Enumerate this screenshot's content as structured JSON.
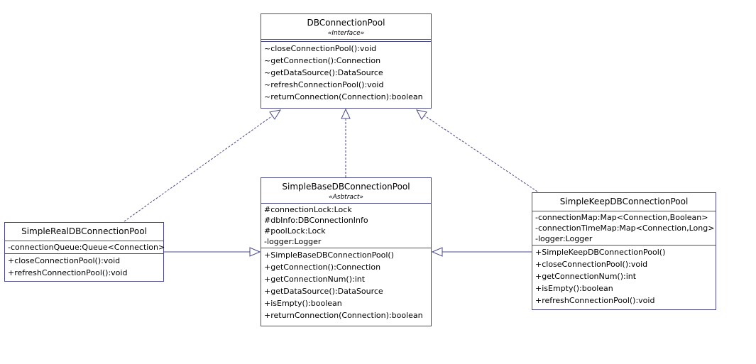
{
  "colors": {
    "border": "#4a4a8a",
    "line": "#4a4a8a",
    "background": "#ffffff"
  },
  "classes": {
    "interface": {
      "name": "DBConnectionPool",
      "stereotype": "«Interface»",
      "attributes": [],
      "operations": [
        "~closeConnectionPool():void",
        "~getConnection():Connection",
        "~getDataSource():DataSource",
        "~refreshConnectionPool():void",
        "~returnConnection(Connection):boolean"
      ]
    },
    "base": {
      "name": "SimpleBaseDBConnectionPool",
      "stereotype": "«Asbtract»",
      "attributes": [
        "#connectionLock:Lock",
        "#dbInfo:DBConnectionInfo",
        "#poolLock:Lock",
        "-logger:Logger"
      ],
      "operations": [
        "+SimpleBaseDBConnectionPool()",
        "+getConnection():Connection",
        "+getConnectionNum():int",
        "+getDataSource():DataSource",
        "+isEmpty():boolean",
        "+returnConnection(Connection):boolean"
      ]
    },
    "real": {
      "name": "SimpleRealDBConnectionPool",
      "attributes": [
        "-connectionQueue:Queue<Connection>"
      ],
      "operations": [
        "+closeConnectionPool():void",
        "+refreshConnectionPool():void"
      ]
    },
    "keep": {
      "name": "SimpleKeepDBConnectionPool",
      "attributes": [
        "-connectionMap:Map<Connection,Boolean>",
        "-connectionTimeMap:Map<Connection,Long>",
        "-logger:Logger"
      ],
      "operations": [
        "+SimpleKeepDBConnectionPool()",
        "+closeConnectionPool():void",
        "+getConnectionNum():int",
        "+isEmpty():boolean",
        "+refreshConnectionPool():void"
      ]
    }
  }
}
